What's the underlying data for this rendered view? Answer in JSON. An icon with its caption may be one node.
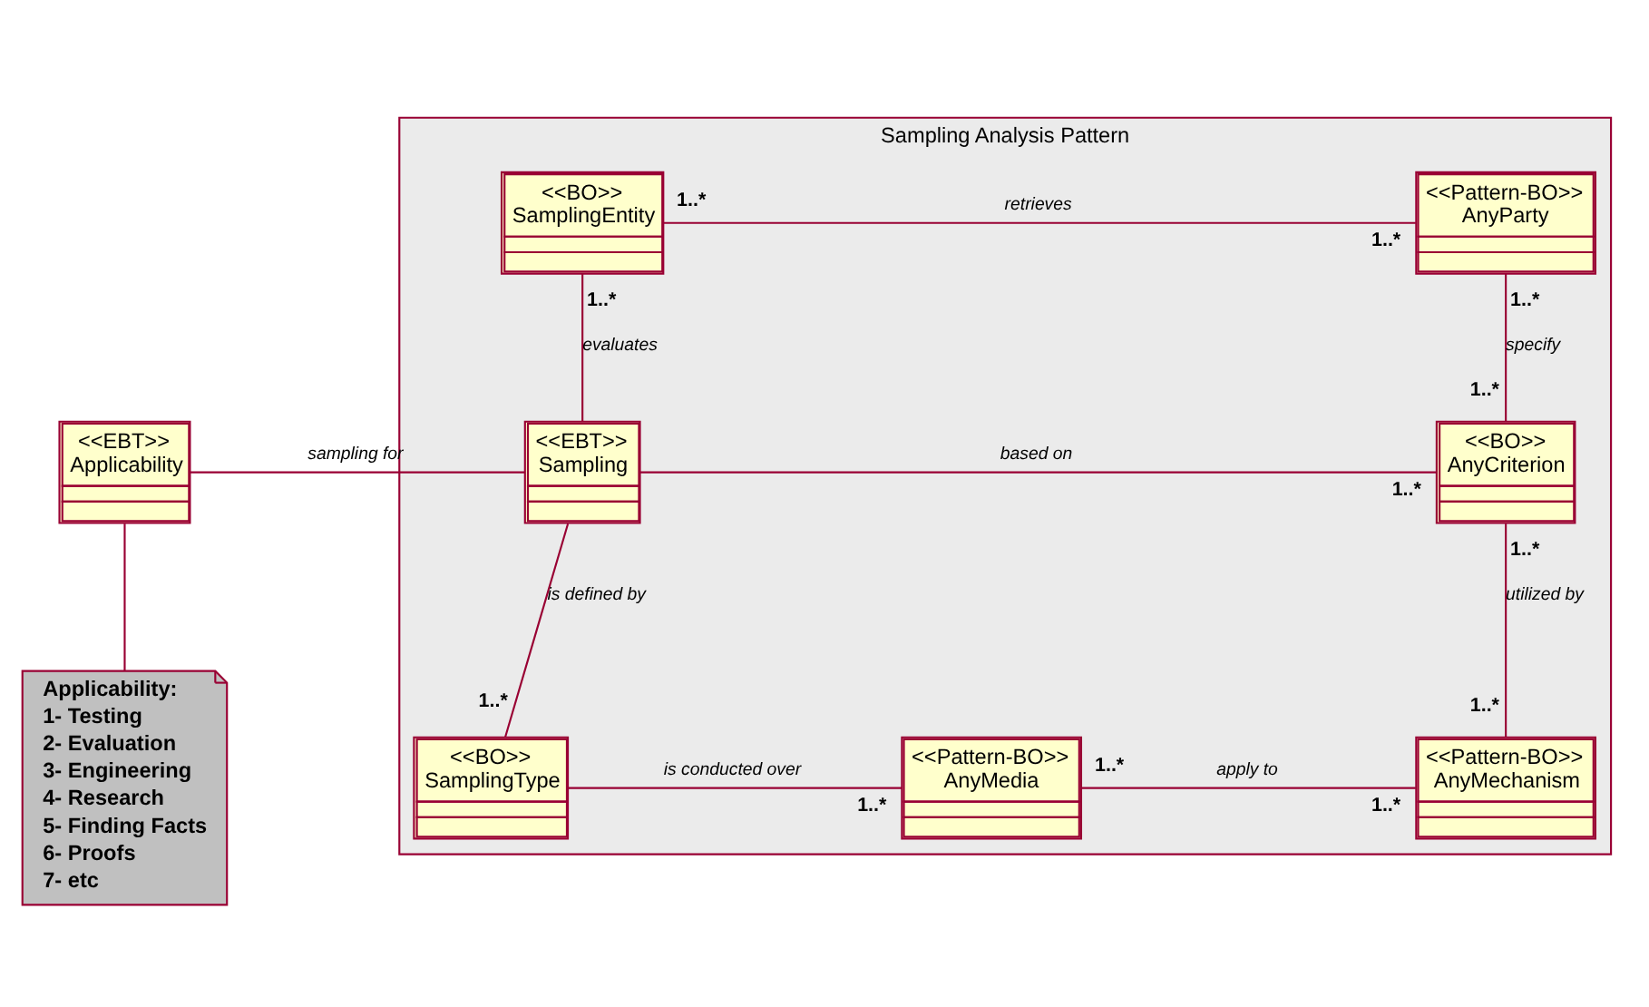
{
  "diagram": {
    "nodes": [
      {
        "text": [
          "Sampling Analysis Pattern"
        ]
      },
      {
        "text": [
          "<<BO>>",
          "SamplingEntity"
        ],
        "in": 0
      },
      {
        "text": [
          "<<Pattern-BO>>",
          "AnyParty"
        ],
        "in": 0
      },
      {
        "text": [
          "<<EBT>>",
          "Applicability"
        ]
      },
      {
        "text": [
          "<<EBT>>",
          "Sampling"
        ],
        "in": 0
      },
      {
        "text": [
          "<<BO>>",
          "AnyCriterion"
        ],
        "in": 0
      },
      {
        "text": [
          "Applicability:",
          "1- Testing",
          "2- Evaluation",
          "3- Engineering",
          "4- Research",
          "5- Finding Facts",
          "6- Proofs",
          "7- etc"
        ]
      },
      {
        "text": [
          "<<BO>>",
          "SamplingType"
        ],
        "in": 0
      },
      {
        "text": [
          "<<Pattern-BO>>",
          "AnyMedia"
        ],
        "in": 0
      },
      {
        "text": [
          "<<Pattern-BO>>",
          "AnyMechanism"
        ],
        "in": 0
      }
    ],
    "edges": [
      {
        "from": 1,
        "to": 2,
        "arrow": "none",
        "label": "retrieves"
      },
      {
        "from": 1,
        "to": 4,
        "arrow": "none",
        "label": "evaluates"
      },
      {
        "from": 3,
        "to": 4,
        "arrow": "none",
        "label": "sampling for"
      },
      {
        "from": 4,
        "to": 5,
        "arrow": "none",
        "label": "based on"
      },
      {
        "from": 2,
        "to": 5,
        "arrow": "none",
        "label": "specify"
      },
      {
        "from": 4,
        "to": 7,
        "arrow": "none",
        "label": "is defined by"
      },
      {
        "from": 7,
        "to": 8,
        "arrow": "none",
        "label": "is conducted over"
      },
      {
        "from": 8,
        "to": 9,
        "arrow": "none",
        "label": "apply to"
      },
      {
        "from": 5,
        "to": 9,
        "arrow": "none",
        "label": "utilized by"
      },
      {
        "from": 3,
        "to": 6,
        "arrow": "none"
      }
    ],
    "labels": [
      "1..*",
      "1..*",
      "1..*",
      "1..*",
      "1..*",
      "1..*",
      "1..*",
      "1..*",
      "1..*",
      "1..*",
      "1..*",
      "1..*"
    ]
  }
}
